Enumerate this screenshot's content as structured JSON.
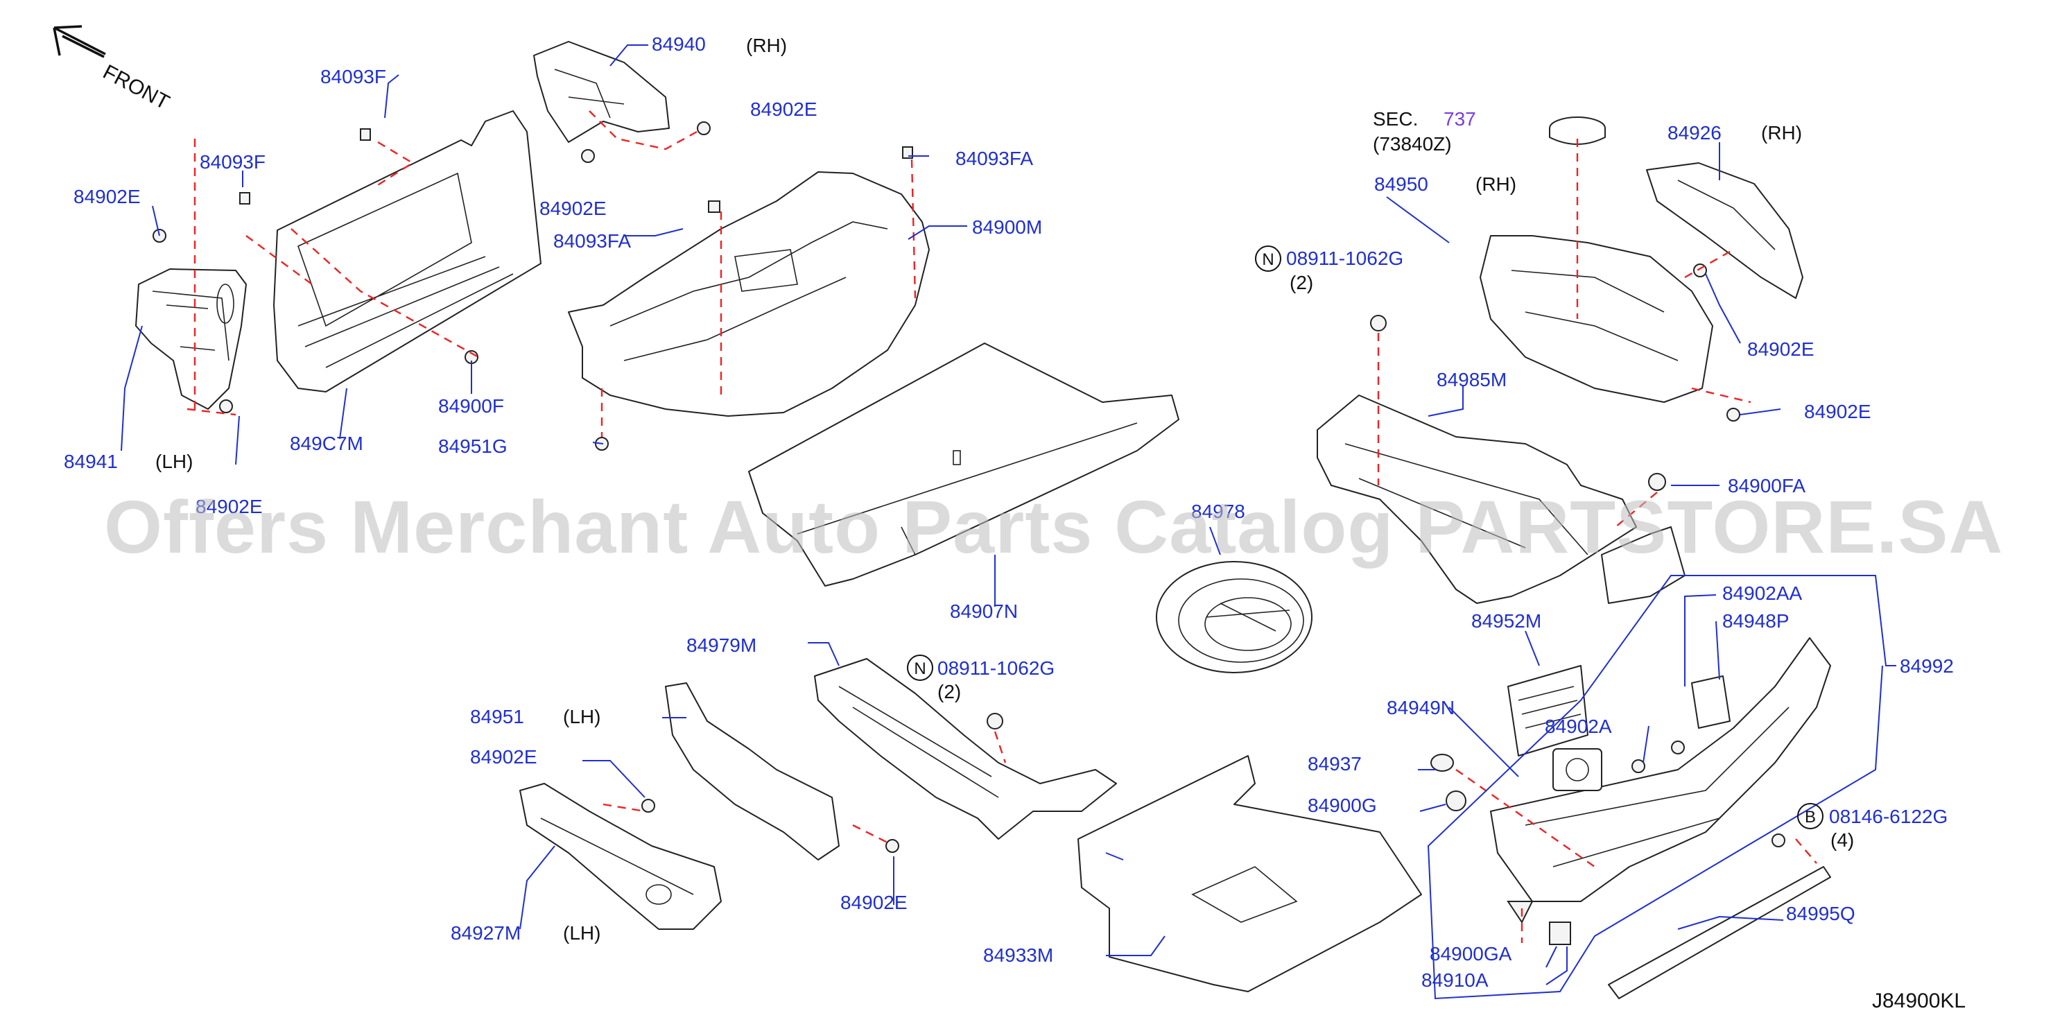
{
  "diagram_code": "J84900KL",
  "front_label": "FRONT",
  "watermark": "Offers Merchant Auto Parts Catalog PARTSTORE.SA",
  "section_ref": {
    "prefix": "SEC.",
    "number": "737",
    "sub": "(73840Z)"
  },
  "circled": {
    "n1": "N",
    "n2": "N",
    "b1": "B"
  },
  "labels": {
    "p84940": "84940",
    "p84940_side": "(RH)",
    "p84093F_a": "84093F",
    "p84093F_b": "84093F",
    "p84902E_a": "84902E",
    "p84902E_b": "84902E",
    "p84902E_c": "84902E",
    "p84902E_d": "84902E",
    "p84902E_e": "84902E",
    "p84902E_f": "84902E",
    "p84902E_g": "84902E",
    "p84902E_h": "84902E",
    "p84093FA_a": "84093FA",
    "p84093FA_b": "84093FA",
    "p84900M": "84900M",
    "p84900F": "84900F",
    "p84941": "84941",
    "p84941_side": "(LH)",
    "p849C7M": "849C7M",
    "p84951G": "84951G",
    "p84907N": "84907N",
    "p84978": "84978",
    "p84926": "84926",
    "p84926_side": "(RH)",
    "p84950": "84950",
    "p84950_side": "(RH)",
    "p08911_a": "08911-1062G",
    "p08911_a_qty": "(2)",
    "p84985M": "84985M",
    "p84900FA": "84900FA",
    "p84952M": "84952M",
    "p84902AA": "84902AA",
    "p84948P": "84948P",
    "p84992": "84992",
    "p84979M": "84979M",
    "p08911_b": "08911-1062G",
    "p08911_b_qty": "(2)",
    "p84951": "84951",
    "p84951_side": "(LH)",
    "p84949N": "84949N",
    "p84902A": "84902A",
    "p84937": "84937",
    "p84900G": "84900G",
    "p08146": "08146-6122G",
    "p08146_qty": "(4)",
    "p84995Q": "84995Q",
    "p84900GA": "84900GA",
    "p84910A": "84910A",
    "p84927M": "84927M",
    "p84927M_side": "(LH)",
    "p84933M": "84933M"
  },
  "colors": {
    "part_number": "#1f2fd0",
    "section_number": "#7a3ce0",
    "dashed_guide": "#ee2222"
  }
}
